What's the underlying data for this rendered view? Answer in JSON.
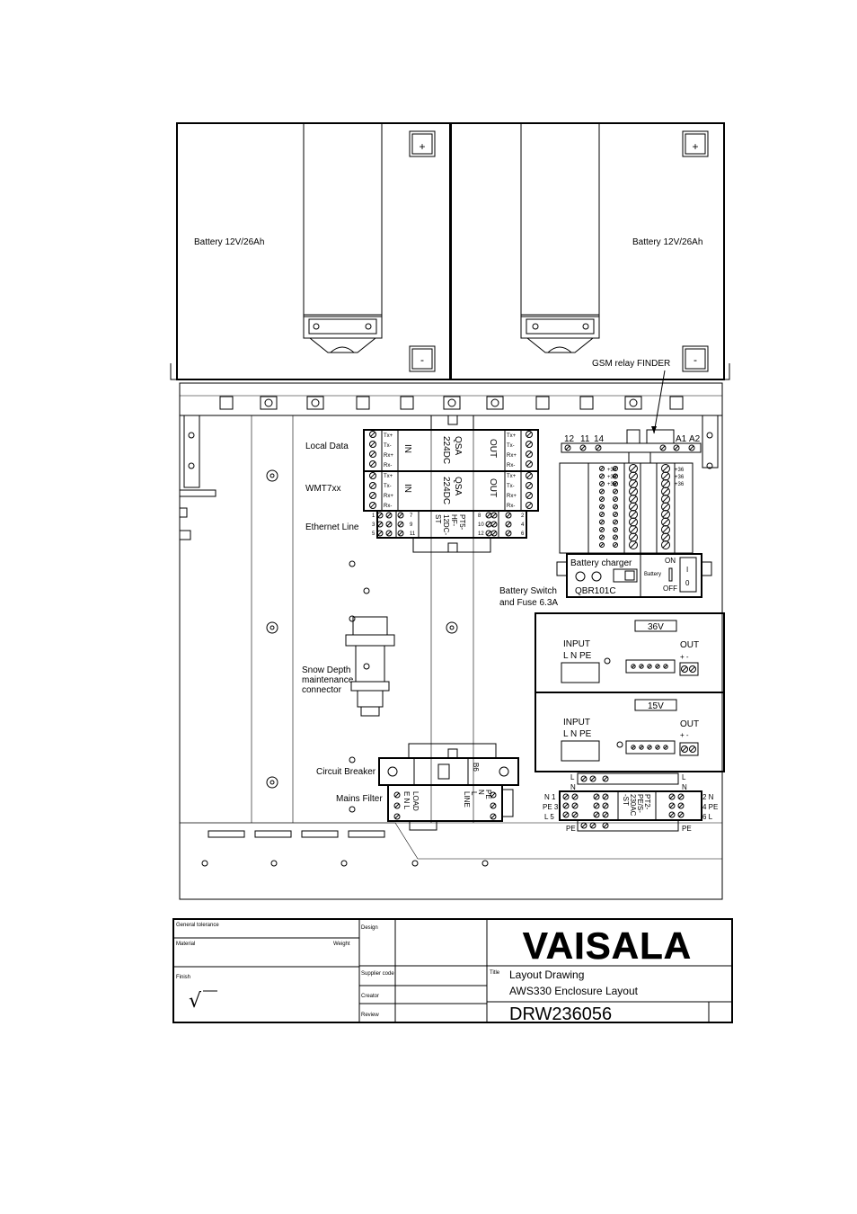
{
  "batteries": {
    "left_label": "Battery 12V/26Ah",
    "right_label": "Battery 12V/26Ah",
    "plus": "+",
    "minus": "-"
  },
  "labels": {
    "gsm_relay": "GSM relay FINDER",
    "local_data": "Local Data",
    "wmt": "WMT7xx",
    "ethernet": "Ethernet Line",
    "battery_switch_1": "Battery Switch",
    "battery_switch_2": "and Fuse 6.3A",
    "snow_depth_1": "Snow Depth",
    "snow_depth_2": "maintenance",
    "snow_depth_3": "connector",
    "circuit_breaker": "Circuit Breaker",
    "mains_filter": "Mains Filter"
  },
  "relay": {
    "pins_left": [
      "12",
      "11",
      "14"
    ],
    "pins_right": [
      "A1",
      "A2"
    ]
  },
  "qsa": {
    "signals": [
      "Tx+",
      "Tx-",
      "Rx+",
      "Rx-"
    ],
    "in": "IN",
    "out": "OUT",
    "name": "QSA",
    "model": "224DC"
  },
  "pt5": {
    "name_lines": [
      "PT5-",
      "HF-",
      "12DC-",
      "ST"
    ],
    "left_nums": [
      "1",
      "3",
      "5"
    ],
    "mid_left_nums": [
      "7",
      "9",
      "11"
    ],
    "mid_right_nums": [
      "8",
      "10",
      "12"
    ],
    "right_nums": [
      "2",
      "4",
      "6"
    ]
  },
  "terminals": {
    "marks": [
      "+36",
      "+36",
      "+36"
    ],
    "right_marks": [
      "+36",
      "+36",
      "+36"
    ]
  },
  "charger": {
    "title": "Battery charger",
    "model": "QBR101C",
    "on": "ON",
    "off": "OFF",
    "battery": "Battery",
    "switch_i": "I",
    "switch_o": "0"
  },
  "psu": [
    {
      "voltage": "36V",
      "input": "INPUT",
      "l_n_pe": "L  N  PE",
      "out": "OUT",
      "pm": "+  -"
    },
    {
      "voltage": "15V",
      "input": "INPUT",
      "l_n_pe": "L  N  PE",
      "out": "OUT",
      "pm": "+  -"
    }
  ],
  "breaker": {
    "rating": "B6"
  },
  "filter": {
    "load_lines": [
      "LOAD",
      "E N L"
    ],
    "line_lines": [
      "PE",
      "N",
      "L",
      "LINE"
    ]
  },
  "pt2": {
    "name_lines": [
      "PT2-",
      "PE/S-",
      "230AC",
      "-ST"
    ],
    "left_marks": [
      "N 1",
      "PE 3",
      "L 5"
    ],
    "right_marks": [
      "2 N",
      "4 PE",
      "6 L"
    ],
    "top_l": "L",
    "top_n": "N",
    "top_l2": "L",
    "top_n2": "N",
    "bottom_pe": "PE",
    "bottom_pe2": "PE"
  },
  "title_block": {
    "general_tolerance": "General tolerance",
    "material": "Material",
    "weight": "Weight",
    "finish": "Finish",
    "design": "Design",
    "supplier_code": "Supplier code",
    "creator": "Creator",
    "review": "Review",
    "title_label": "Title",
    "brand": "VAISALA",
    "title_1": "Layout Drawing",
    "title_2": "AWS330 Enclosure Layout",
    "drawing_no": "DRW236056",
    "finish_symbol": "√"
  }
}
